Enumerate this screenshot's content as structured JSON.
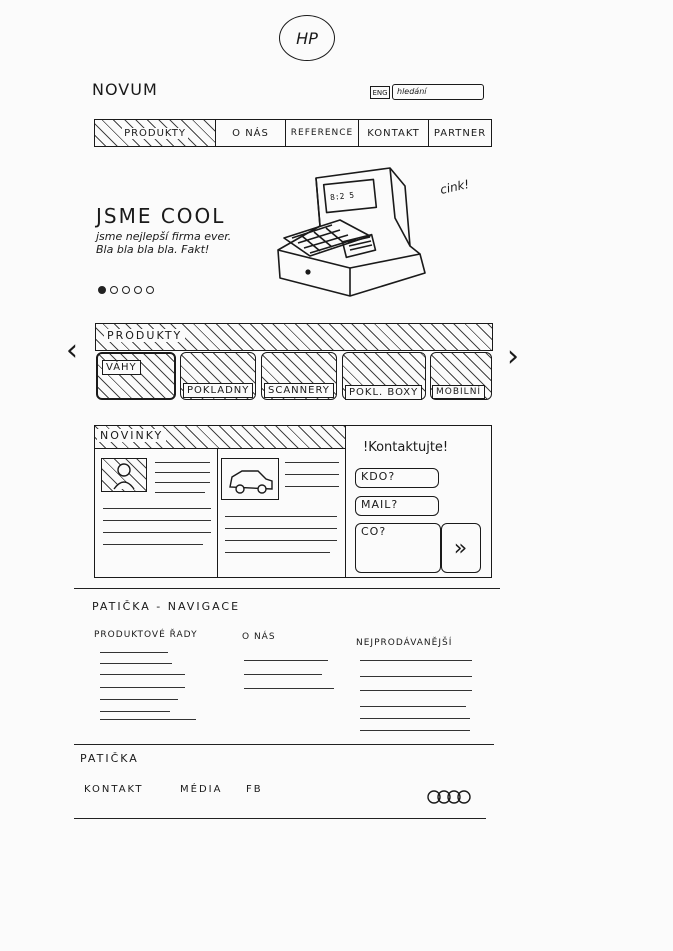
{
  "logo": {
    "text": "HP"
  },
  "header": {
    "brand": "NOVUM",
    "lang_button": "ENG",
    "search_value": "hledání"
  },
  "nav": {
    "items": [
      "PRODUKTY",
      "O NÁS",
      "REFERENCE",
      "KONTAKT",
      "PARTNER"
    ]
  },
  "hero": {
    "title": "JSME COOL",
    "text": "jsme nejlepší firma ever. Bla bla bla bla. Fakt!",
    "sound": "cink!",
    "dots": 5
  },
  "products": {
    "title": "PRODUKTY",
    "prev": "‹",
    "next": "›",
    "items": [
      "VÁHY",
      "POKLADNY",
      "SCANNERY",
      "POKL. BOXY",
      "MOBILNÍ"
    ]
  },
  "news": {
    "title": "NOVINKY"
  },
  "contact": {
    "title": "!Kontaktujte!",
    "who_placeholder": "KDO?",
    "email_placeholder": "MAIL?",
    "what_placeholder": "CO?",
    "send_label": "»"
  },
  "footer_nav": {
    "title": "PATIČKA - NAVIGACE",
    "col1": "PRODUKTOVÉ ŘADY",
    "col2": "O NÁS",
    "col3": "NEJPRODÁVANĚJŠÍ"
  },
  "footer": {
    "title": "PATIČKA",
    "links": [
      "KONTAKT",
      "MÉDIA",
      "FB"
    ]
  }
}
